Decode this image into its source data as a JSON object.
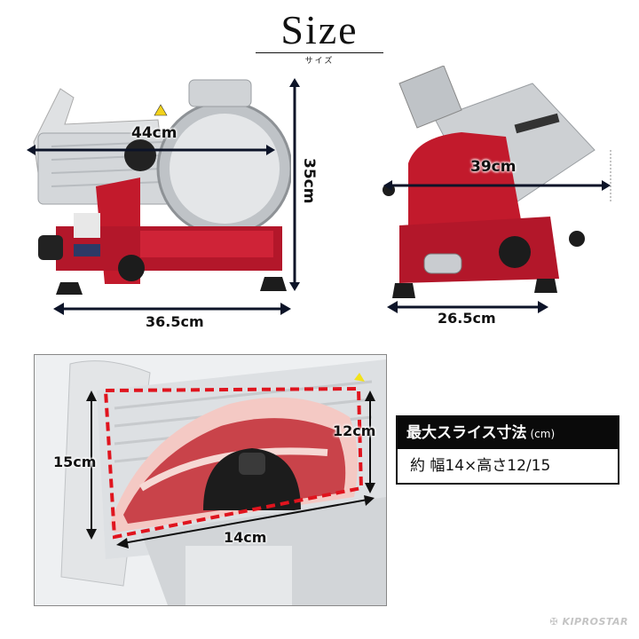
{
  "header": {
    "title": "Size",
    "subtitle": "サイズ"
  },
  "front_view": {
    "width_label": "44cm",
    "height_label": "35cm",
    "base_width_label": "36.5cm"
  },
  "side_view": {
    "depth_label": "39cm",
    "base_depth_label": "26.5cm"
  },
  "slice_view": {
    "height_left_label": "15cm",
    "height_right_label": "12cm",
    "width_label": "14cm"
  },
  "spec_box": {
    "heading": "最大スライス寸法",
    "unit": "(cm)",
    "value": "約 幅14×高さ12/15"
  },
  "brand": {
    "name": "KIPROSTAR"
  },
  "colors": {
    "body_red": "#c21a2c",
    "steel": "#c9ccd0",
    "arrow": "#0d1428",
    "dash_red": "#e0141e"
  }
}
